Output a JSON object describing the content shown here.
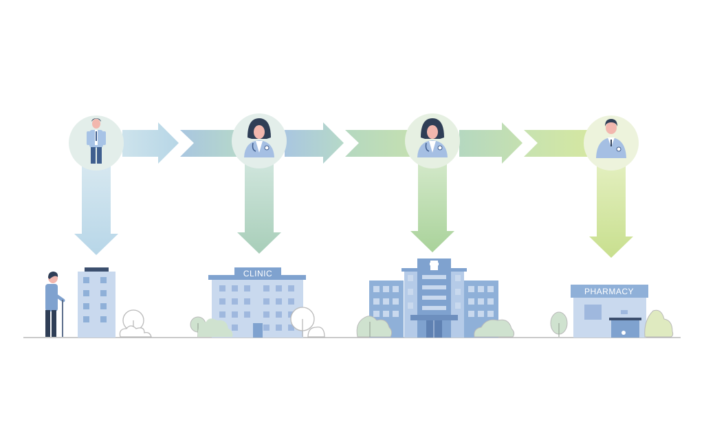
{
  "signs": {
    "clinic": "CLINIC",
    "pharmacy": "PHARMACY"
  },
  "stages": [
    {
      "role": "patient",
      "icon": "patient-icon",
      "destination": "home-building"
    },
    {
      "role": "female-doctor",
      "icon": "female-doctor-icon",
      "destination": "clinic"
    },
    {
      "role": "female-doctor-specialist",
      "icon": "female-doctor-icon",
      "destination": "hospital"
    },
    {
      "role": "male-pharmacist",
      "icon": "male-doctor-icon",
      "destination": "pharmacy"
    }
  ],
  "colors": {
    "background": "#ffffff",
    "arrow_blue": "#bcd8e6",
    "arrow_mid": "#a9c9dc",
    "arrow_green": "#b6d6ba",
    "arrow_lime": "#c9e0a0",
    "building_blue": "#8fb0d8",
    "building_light": "#c9d9ee",
    "window": "#9fb8de",
    "tree": "#cfe2cf",
    "ground": "#b9b9b9",
    "skin": "#f2b7ae",
    "coat": "#a5bfe3"
  }
}
